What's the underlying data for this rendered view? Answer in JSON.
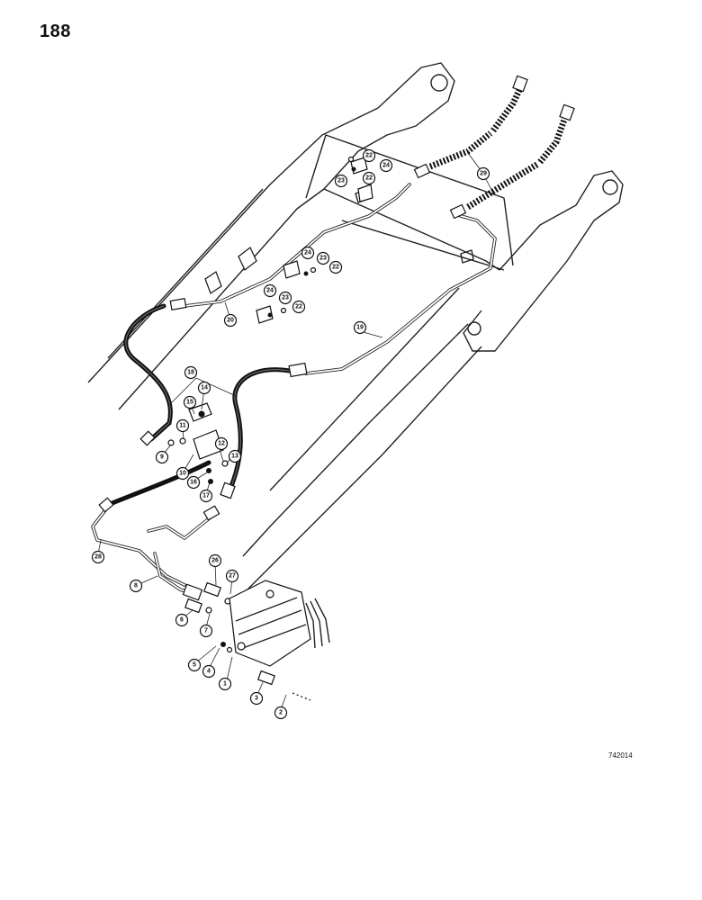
{
  "page": {
    "page_number": "188",
    "drawing_code": "742014"
  },
  "callouts": [
    {
      "id": "c1",
      "label": "1"
    },
    {
      "id": "c2",
      "label": "2"
    },
    {
      "id": "c3",
      "label": "3"
    },
    {
      "id": "c4",
      "label": "4"
    },
    {
      "id": "c5",
      "label": "5"
    },
    {
      "id": "c6",
      "label": "6"
    },
    {
      "id": "c7",
      "label": "7"
    },
    {
      "id": "c8",
      "label": "8"
    },
    {
      "id": "c9",
      "label": "9"
    },
    {
      "id": "c10",
      "label": "10"
    },
    {
      "id": "c11",
      "label": "11"
    },
    {
      "id": "c12",
      "label": "12"
    },
    {
      "id": "c13",
      "label": "13"
    },
    {
      "id": "c14",
      "label": "14"
    },
    {
      "id": "c15",
      "label": "15"
    },
    {
      "id": "c16",
      "label": "16"
    },
    {
      "id": "c17",
      "label": "17"
    },
    {
      "id": "c18",
      "label": "18"
    },
    {
      "id": "c19",
      "label": "19"
    },
    {
      "id": "c20",
      "label": "20"
    },
    {
      "id": "c22a",
      "label": "22"
    },
    {
      "id": "c22b",
      "label": "22"
    },
    {
      "id": "c22c",
      "label": "22"
    },
    {
      "id": "c22d",
      "label": "22"
    },
    {
      "id": "c23a",
      "label": "23"
    },
    {
      "id": "c23b",
      "label": "23"
    },
    {
      "id": "c23c",
      "label": "23"
    },
    {
      "id": "c24a",
      "label": "24"
    },
    {
      "id": "c24b",
      "label": "24"
    },
    {
      "id": "c24c",
      "label": "24"
    },
    {
      "id": "c26",
      "label": "26"
    },
    {
      "id": "c27",
      "label": "27"
    },
    {
      "id": "c28",
      "label": "28"
    },
    {
      "id": "c29",
      "label": "29"
    }
  ]
}
